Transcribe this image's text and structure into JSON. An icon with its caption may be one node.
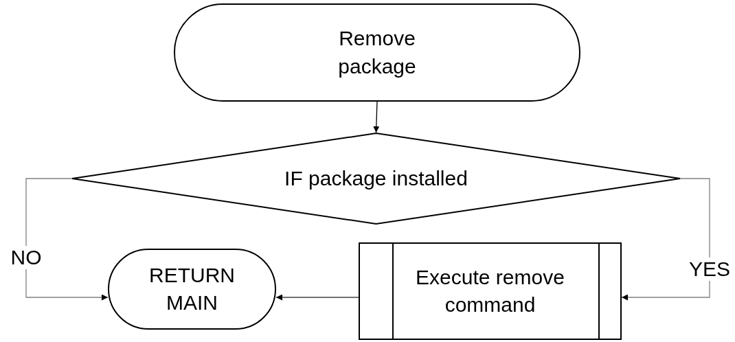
{
  "diagram": {
    "nodes": [
      {
        "text": [
          "Remove package"
        ]
      },
      {
        "text": [
          "IF package installed"
        ]
      },
      {
        "text": [
          "RETURN MAIN"
        ]
      },
      {
        "text": [
          "Execute remove command"
        ]
      }
    ],
    "edges": [
      {
        "from": 0,
        "to": 1,
        "arrow": "to",
        "color": "#000000"
      },
      {
        "from": 1,
        "to": 2,
        "arrow": "to",
        "label": "NO"
      },
      {
        "from": 1,
        "to": 3,
        "arrow": "to",
        "label": "YES"
      },
      {
        "from": 3,
        "to": 2,
        "arrow": "to",
        "color": "#404040"
      }
    ]
  }
}
